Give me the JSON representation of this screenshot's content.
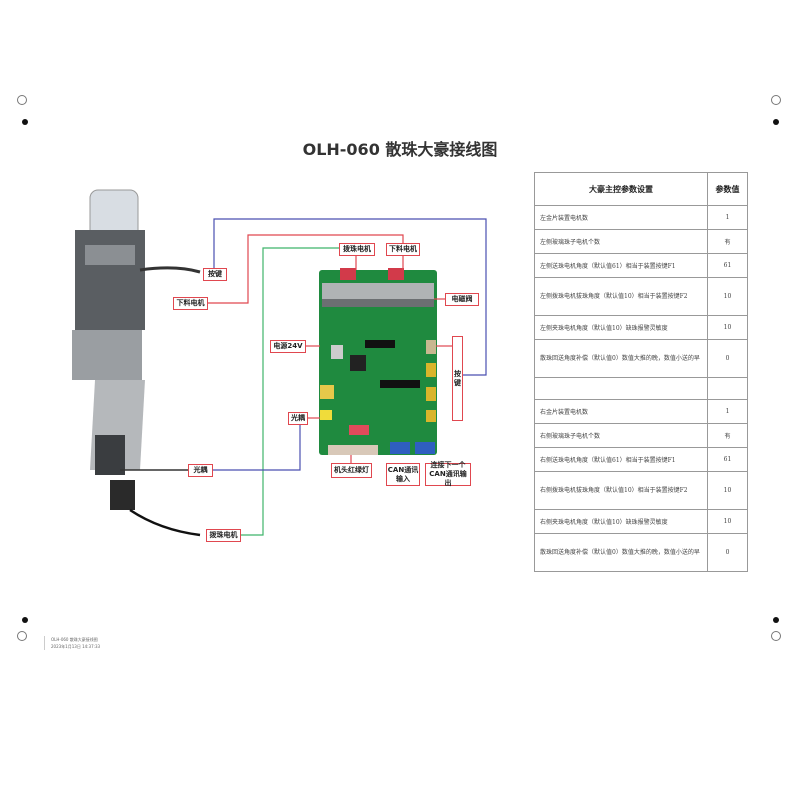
{
  "title": "OLH-060 散珠大豪接线图",
  "labels": {
    "button_left": "按键",
    "feed_motor_left": "下料电机",
    "pick_motor_top": "拨珠电机",
    "feed_motor_top": "下料电机",
    "solenoid": "电磁阀",
    "power": "电源24V",
    "button_right": "按键",
    "optocoupler_right": "光耦",
    "optocoupler_left": "光耦",
    "head_light": "机头红绿灯",
    "can_in": "CAN通讯输入",
    "can_out": "连接下一个CAN通讯输出",
    "pick_motor_bottom": "拨珠电机"
  },
  "table": {
    "headers": [
      "大豪主控参数设置",
      "参数值"
    ],
    "left_rows": [
      {
        "label": "左金片装置电机数",
        "value": "1"
      },
      {
        "label": "左侧玻璃珠子电机个数",
        "value": "有"
      },
      {
        "label": "左侧送珠电机角度（默认值61）相当于装置按键F1",
        "value": "61"
      },
      {
        "label": "左侧拨珠电机拔珠角度（默认值10）相当于装置按键F2",
        "value": "10"
      },
      {
        "label": "左侧夹珠电机角度（默认值10）缺珠报警灵敏度",
        "value": "10"
      },
      {
        "label": "散珠回送角度补偿（默认值0）数值大推的晚，数值小送的早",
        "value": "0"
      }
    ],
    "right_rows": [
      {
        "label": "右金片装置电机数",
        "value": "1"
      },
      {
        "label": "右侧玻璃珠子电机个数",
        "value": "有"
      },
      {
        "label": "右侧送珠电机角度（默认值61）相当于装置按键F1",
        "value": "61"
      },
      {
        "label": "右侧拨珠电机拔珠角度（默认值10）相当于装置按键F2",
        "value": "10"
      },
      {
        "label": "右侧夹珠电机角度（默认值10）缺珠报警灵敏度",
        "value": "10"
      },
      {
        "label": "散珠回送角度补偿（默认值0）数值大推的晚，数值小送的早",
        "value": "0"
      }
    ]
  },
  "footer": {
    "line1": "OLH-060 散珠大豪接线图",
    "line2": "2023年1月13日 14:37:33"
  }
}
